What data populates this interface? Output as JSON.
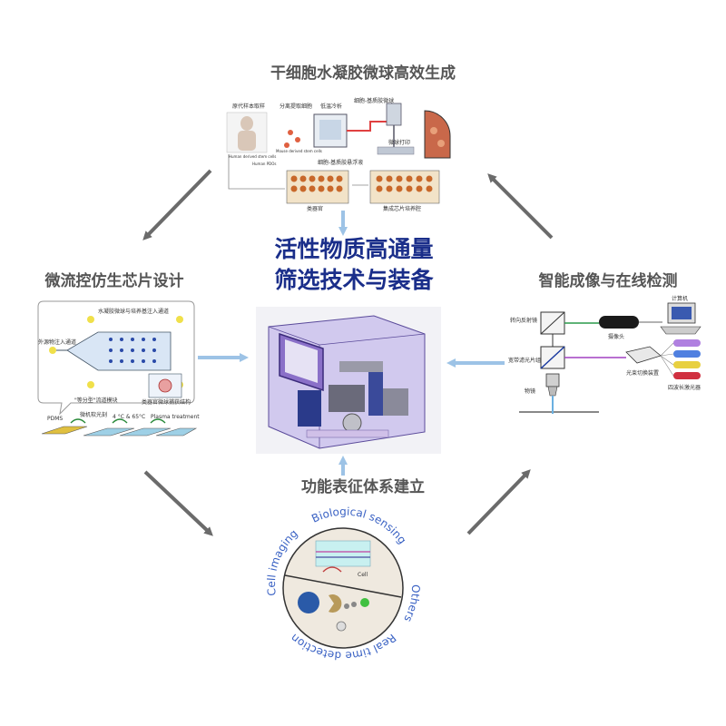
{
  "top": {
    "title": "干细胞水凝胶微球高效生成",
    "labels": {
      "sample": "原代样本取样",
      "separate": "分离提取细胞",
      "cool": "低温冷析",
      "mix": "细胞-基质胶微球",
      "suspension": "细胞-基质胶悬浮液",
      "print": "微球打印",
      "organoid": "类器官",
      "chip": "集成芯片培养腔",
      "human_cell": "Human derived stem cells",
      "mouse_cell": "Mouse derived stem cells",
      "human_pdo": "Human PDOs"
    }
  },
  "left": {
    "title": "微流控仿生芯片设计",
    "labels": {
      "top_channel": "水凝胶微球与培养基注入通道",
      "drug_channel": "外源物注入通道",
      "module": "\"等分型\"流道模块",
      "structure": "类器官微球捕获结构",
      "pdms": "PDMS",
      "laser": "微机软光刻",
      "temp": "4 °C & 65°C",
      "plasma": "Plasma treatment"
    }
  },
  "right": {
    "title": "智能成像与在线检测",
    "labels": {
      "mirror": "转向反射镜",
      "lens": "物镜",
      "filter": "宽带滤光片组",
      "camera": "摄像头",
      "computer": "计算机",
      "switch": "光束切换装置",
      "lasers": "四波长激光器"
    }
  },
  "bottom": {
    "title": "功能表征体系建立",
    "arc_words": {
      "cell_imaging": "Cell imaging",
      "bio_sensing": "Biological sensing",
      "others": "Others",
      "real_time": "Real time detection"
    },
    "cell_label": "Cell"
  },
  "center": {
    "title_line1": "活性物质高通量",
    "title_line2": "筛选技术与装备"
  },
  "colors": {
    "title_blue": "#1a2e8a",
    "arrow_gray": "#6b6b6b",
    "arrow_blue": "#9dc3e6",
    "machine_purple": "#b6a8e8",
    "arc_text_blue": "#3a62c4"
  }
}
